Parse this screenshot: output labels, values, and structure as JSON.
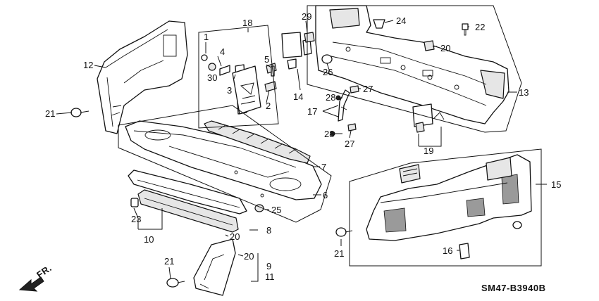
{
  "diagram_code": "SM47-B3940B",
  "direction_label": "FR.",
  "callouts": {
    "c1": "1",
    "c2": "2",
    "c3": "3",
    "c4": "4",
    "c5": "5",
    "c6": "6",
    "c7": "7",
    "c8": "8",
    "c9": "9",
    "c10": "10",
    "c11": "11",
    "c12": "12",
    "c13": "13",
    "c14": "14",
    "c15": "15",
    "c16": "16",
    "c17": "17",
    "c18": "18",
    "c19": "19",
    "c20a": "20",
    "c20b": "20",
    "c20c": "20",
    "c21a": "21",
    "c21b": "21",
    "c21c": "21",
    "c22": "22",
    "c23": "23",
    "c24": "24",
    "c25": "25",
    "c26": "26",
    "c27a": "27",
    "c27b": "27",
    "c28a": "28",
    "c28b": "28",
    "c29": "29",
    "c30": "30"
  }
}
